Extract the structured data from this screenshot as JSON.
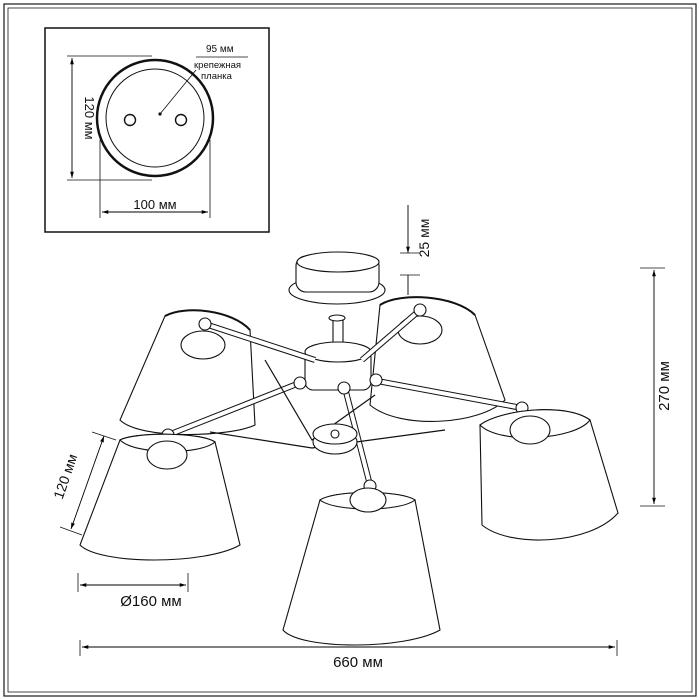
{
  "inset": {
    "mount_width_label": "95 мм",
    "mounting_plate_label_line1": "крепежная",
    "mounting_plate_label_line2": "планка",
    "height_label": "120 мм",
    "width_label": "100 мм"
  },
  "dimensions": {
    "canopy_height": "25 мм",
    "total_height": "270 мм",
    "shade_height": "120 мм",
    "shade_diameter": "Ø160 мм",
    "total_width": "660 мм"
  },
  "colors": {
    "line": "#111111",
    "frame": "#1a1a1a",
    "background": "#ffffff"
  }
}
